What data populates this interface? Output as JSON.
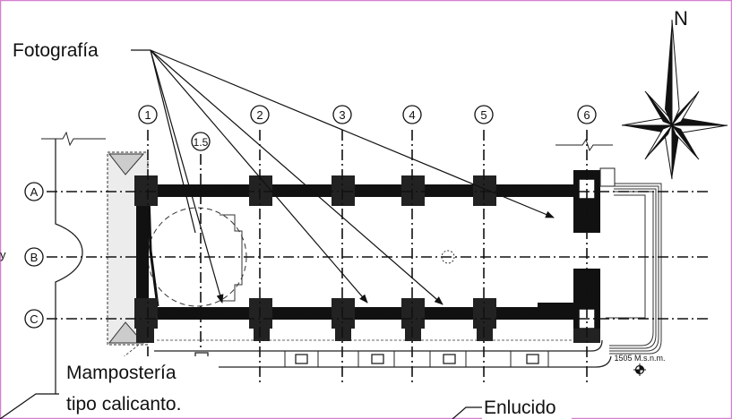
{
  "frame_color": "#d57fd0",
  "annotations": {
    "fotografia": "Fotografía",
    "mamposteria_line1": "Mampostería",
    "mamposteria_line2": "tipo calicanto.",
    "enlucido": "Enlucido",
    "elevation": "1505 M.s.n.m.",
    "edge_letter": "y"
  },
  "compass": {
    "north_label": "N"
  },
  "grid": {
    "columns": [
      "1",
      "1.5",
      "2",
      "3",
      "4",
      "5",
      "6"
    ],
    "rows": [
      "A",
      "B",
      "C"
    ]
  }
}
